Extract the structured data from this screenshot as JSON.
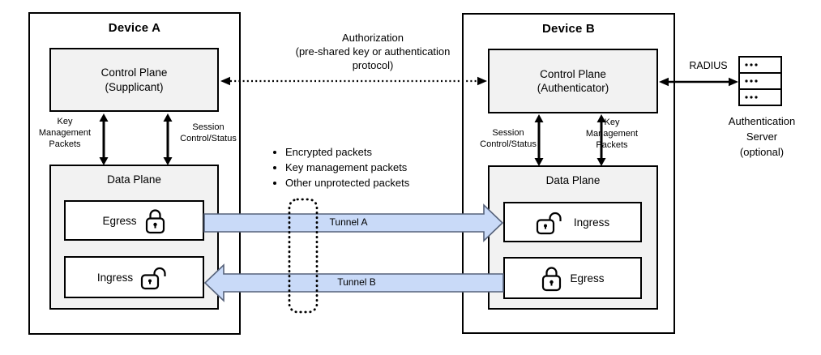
{
  "device_a": {
    "title": "Device A",
    "control_plane_label": "Control Plane\n(Supplicant)",
    "key_mgmt_label": "Key\nManagement\nPackets",
    "session_label": "Session\nControl/Status",
    "data_plane_label": "Data Plane",
    "egress_label": "Egress",
    "ingress_label": "Ingress"
  },
  "device_b": {
    "title": "Device B",
    "control_plane_label": "Control Plane\n(Authenticator)",
    "session_label": "Session\nControl/Status",
    "key_mgmt_label": "Key\nManagement\nPackets",
    "data_plane_label": "Data Plane",
    "ingress_label": "Ingress",
    "egress_label": "Egress"
  },
  "authorization": {
    "label": "Authorization\n(pre-shared key or authentication\nprotocol)"
  },
  "legend": {
    "items": [
      "Encrypted packets",
      "Key management packets",
      "Other unprotected packets"
    ]
  },
  "tunnels": {
    "tunnel_a": "Tunnel A",
    "tunnel_b": "Tunnel B"
  },
  "auth_server": {
    "radius_label": "RADIUS",
    "server_label": "Authentication\nServer\n(optional)"
  },
  "icons": {
    "egress_a": "closed-lock",
    "ingress_a": "open-lock",
    "ingress_b": "open-lock",
    "egress_b": "closed-lock",
    "server": "server-stack"
  },
  "colors": {
    "tunnel_fill": "#c9daf8",
    "tunnel_stroke": "#56627a",
    "plane_fill": "#f2f2f2",
    "line": "#000000"
  }
}
